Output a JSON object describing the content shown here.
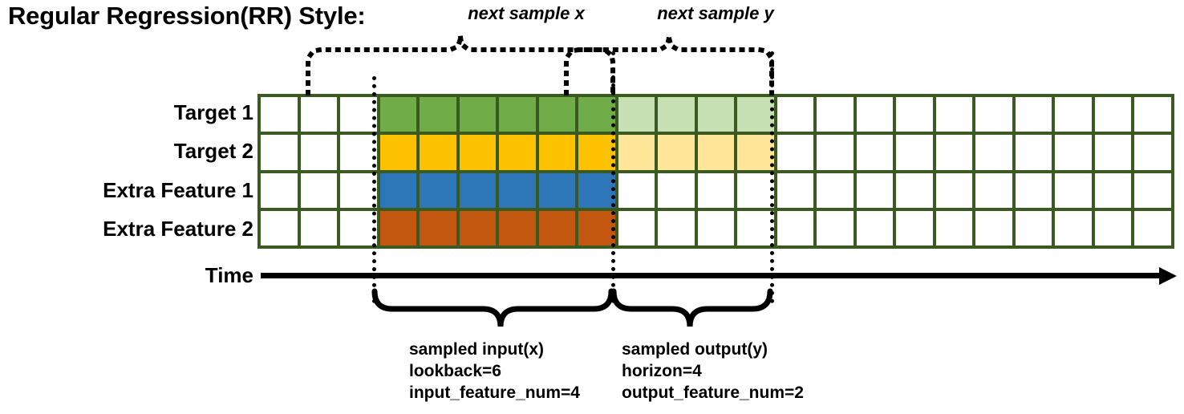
{
  "title": "Regular Regression(RR) Style:",
  "rows": [
    {
      "label": "Target 1",
      "color": "#70AC48",
      "faded_color": "#C6E0B4",
      "has_output": true
    },
    {
      "label": "Target 2",
      "color": "#FCC200",
      "faded_color": "#FFE699",
      "has_output": true
    },
    {
      "label": "Extra Feature 1",
      "color": "#2D77B8",
      "faded_color": "#FFFFFF",
      "has_output": false
    },
    {
      "label": "Extra Feature 2",
      "color": "#C4570F",
      "faded_color": "#FFFFFF",
      "has_output": false
    }
  ],
  "grid": {
    "total_columns": 23,
    "leading_blank_columns": 3,
    "input_columns": 6,
    "output_columns": 4,
    "trailing_blank_columns": 10,
    "grid_line_color": "#3A5A22",
    "empty_cell_color": "#FFFFFF"
  },
  "axis": {
    "label": "Time",
    "arrow_color": "#000000"
  },
  "top_notes": {
    "next_sample_x": "next sample x",
    "next_sample_y": "next sample y"
  },
  "captions": {
    "input": {
      "line1": "sampled input(x)",
      "line2": "lookback=6",
      "line3": "input_feature_num=4"
    },
    "output": {
      "line1": "sampled output(y)",
      "line2": "horizon=4",
      "line3": "output_feature_num=2"
    }
  },
  "chart_data": {
    "type": "heatmap",
    "title": "Regular Regression(RR) Style:",
    "categories": [
      "Target 1",
      "Target 2",
      "Extra Feature 1",
      "Extra Feature 2"
    ],
    "x": "time steps (23 columns)",
    "legend": [
      "sampled input(x)",
      "sampled output(y)"
    ],
    "annotations": [
      "next sample x",
      "next sample y"
    ],
    "series": [
      {
        "name": "Target 1",
        "values": [
          "empty",
          "empty",
          "empty",
          "input",
          "input",
          "input",
          "input",
          "input",
          "input",
          "output",
          "output",
          "output",
          "output",
          "empty",
          "empty",
          "empty",
          "empty",
          "empty",
          "empty",
          "empty",
          "empty",
          "empty",
          "empty"
        ]
      },
      {
        "name": "Target 2",
        "values": [
          "empty",
          "empty",
          "empty",
          "input",
          "input",
          "input",
          "input",
          "input",
          "input",
          "output",
          "output",
          "output",
          "output",
          "empty",
          "empty",
          "empty",
          "empty",
          "empty",
          "empty",
          "empty",
          "empty",
          "empty",
          "empty"
        ]
      },
      {
        "name": "Extra Feature 1",
        "values": [
          "empty",
          "empty",
          "empty",
          "input",
          "input",
          "input",
          "input",
          "input",
          "input",
          "empty",
          "empty",
          "empty",
          "empty",
          "empty",
          "empty",
          "empty",
          "empty",
          "empty",
          "empty",
          "empty",
          "empty",
          "empty",
          "empty"
        ]
      },
      {
        "name": "Extra Feature 2",
        "values": [
          "empty",
          "empty",
          "empty",
          "input",
          "input",
          "input",
          "input",
          "input",
          "input",
          "empty",
          "empty",
          "empty",
          "empty",
          "empty",
          "empty",
          "empty",
          "empty",
          "empty",
          "empty",
          "empty",
          "empty",
          "empty",
          "empty"
        ]
      }
    ],
    "lookback": 6,
    "horizon": 4,
    "input_feature_num": 4,
    "output_feature_num": 2,
    "grid": true,
    "legend_position": "bottom"
  }
}
